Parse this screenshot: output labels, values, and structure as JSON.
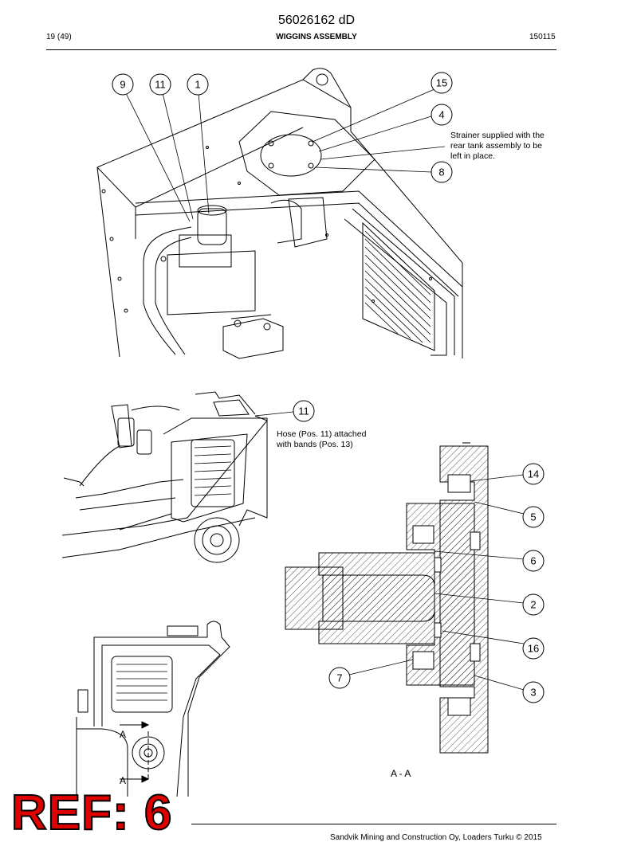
{
  "header": {
    "doc_number": "56026162 dD",
    "page": "19 (49)",
    "title": "WIGGINS ASSEMBLY",
    "date": "150115"
  },
  "callouts": {
    "c9": "9",
    "c11a": "11",
    "c1": "1",
    "c15": "15",
    "c4": "4",
    "c8": "8",
    "c11b": "11",
    "c14": "14",
    "c5": "5",
    "c6": "6",
    "c2": "2",
    "c16": "16",
    "c7": "7",
    "c3": "3"
  },
  "notes": {
    "strainer": "Strainer supplied with the rear tank assembly to be left in place.",
    "hose": "Hose (Pos. 11) attached with bands (Pos. 13)"
  },
  "section": {
    "marker_top": "A",
    "marker_bottom": "A",
    "label": "A - A"
  },
  "watermark": "REF: 6",
  "footer": "Sandvik Mining and Construction Oy, Loaders Turku © 2015"
}
